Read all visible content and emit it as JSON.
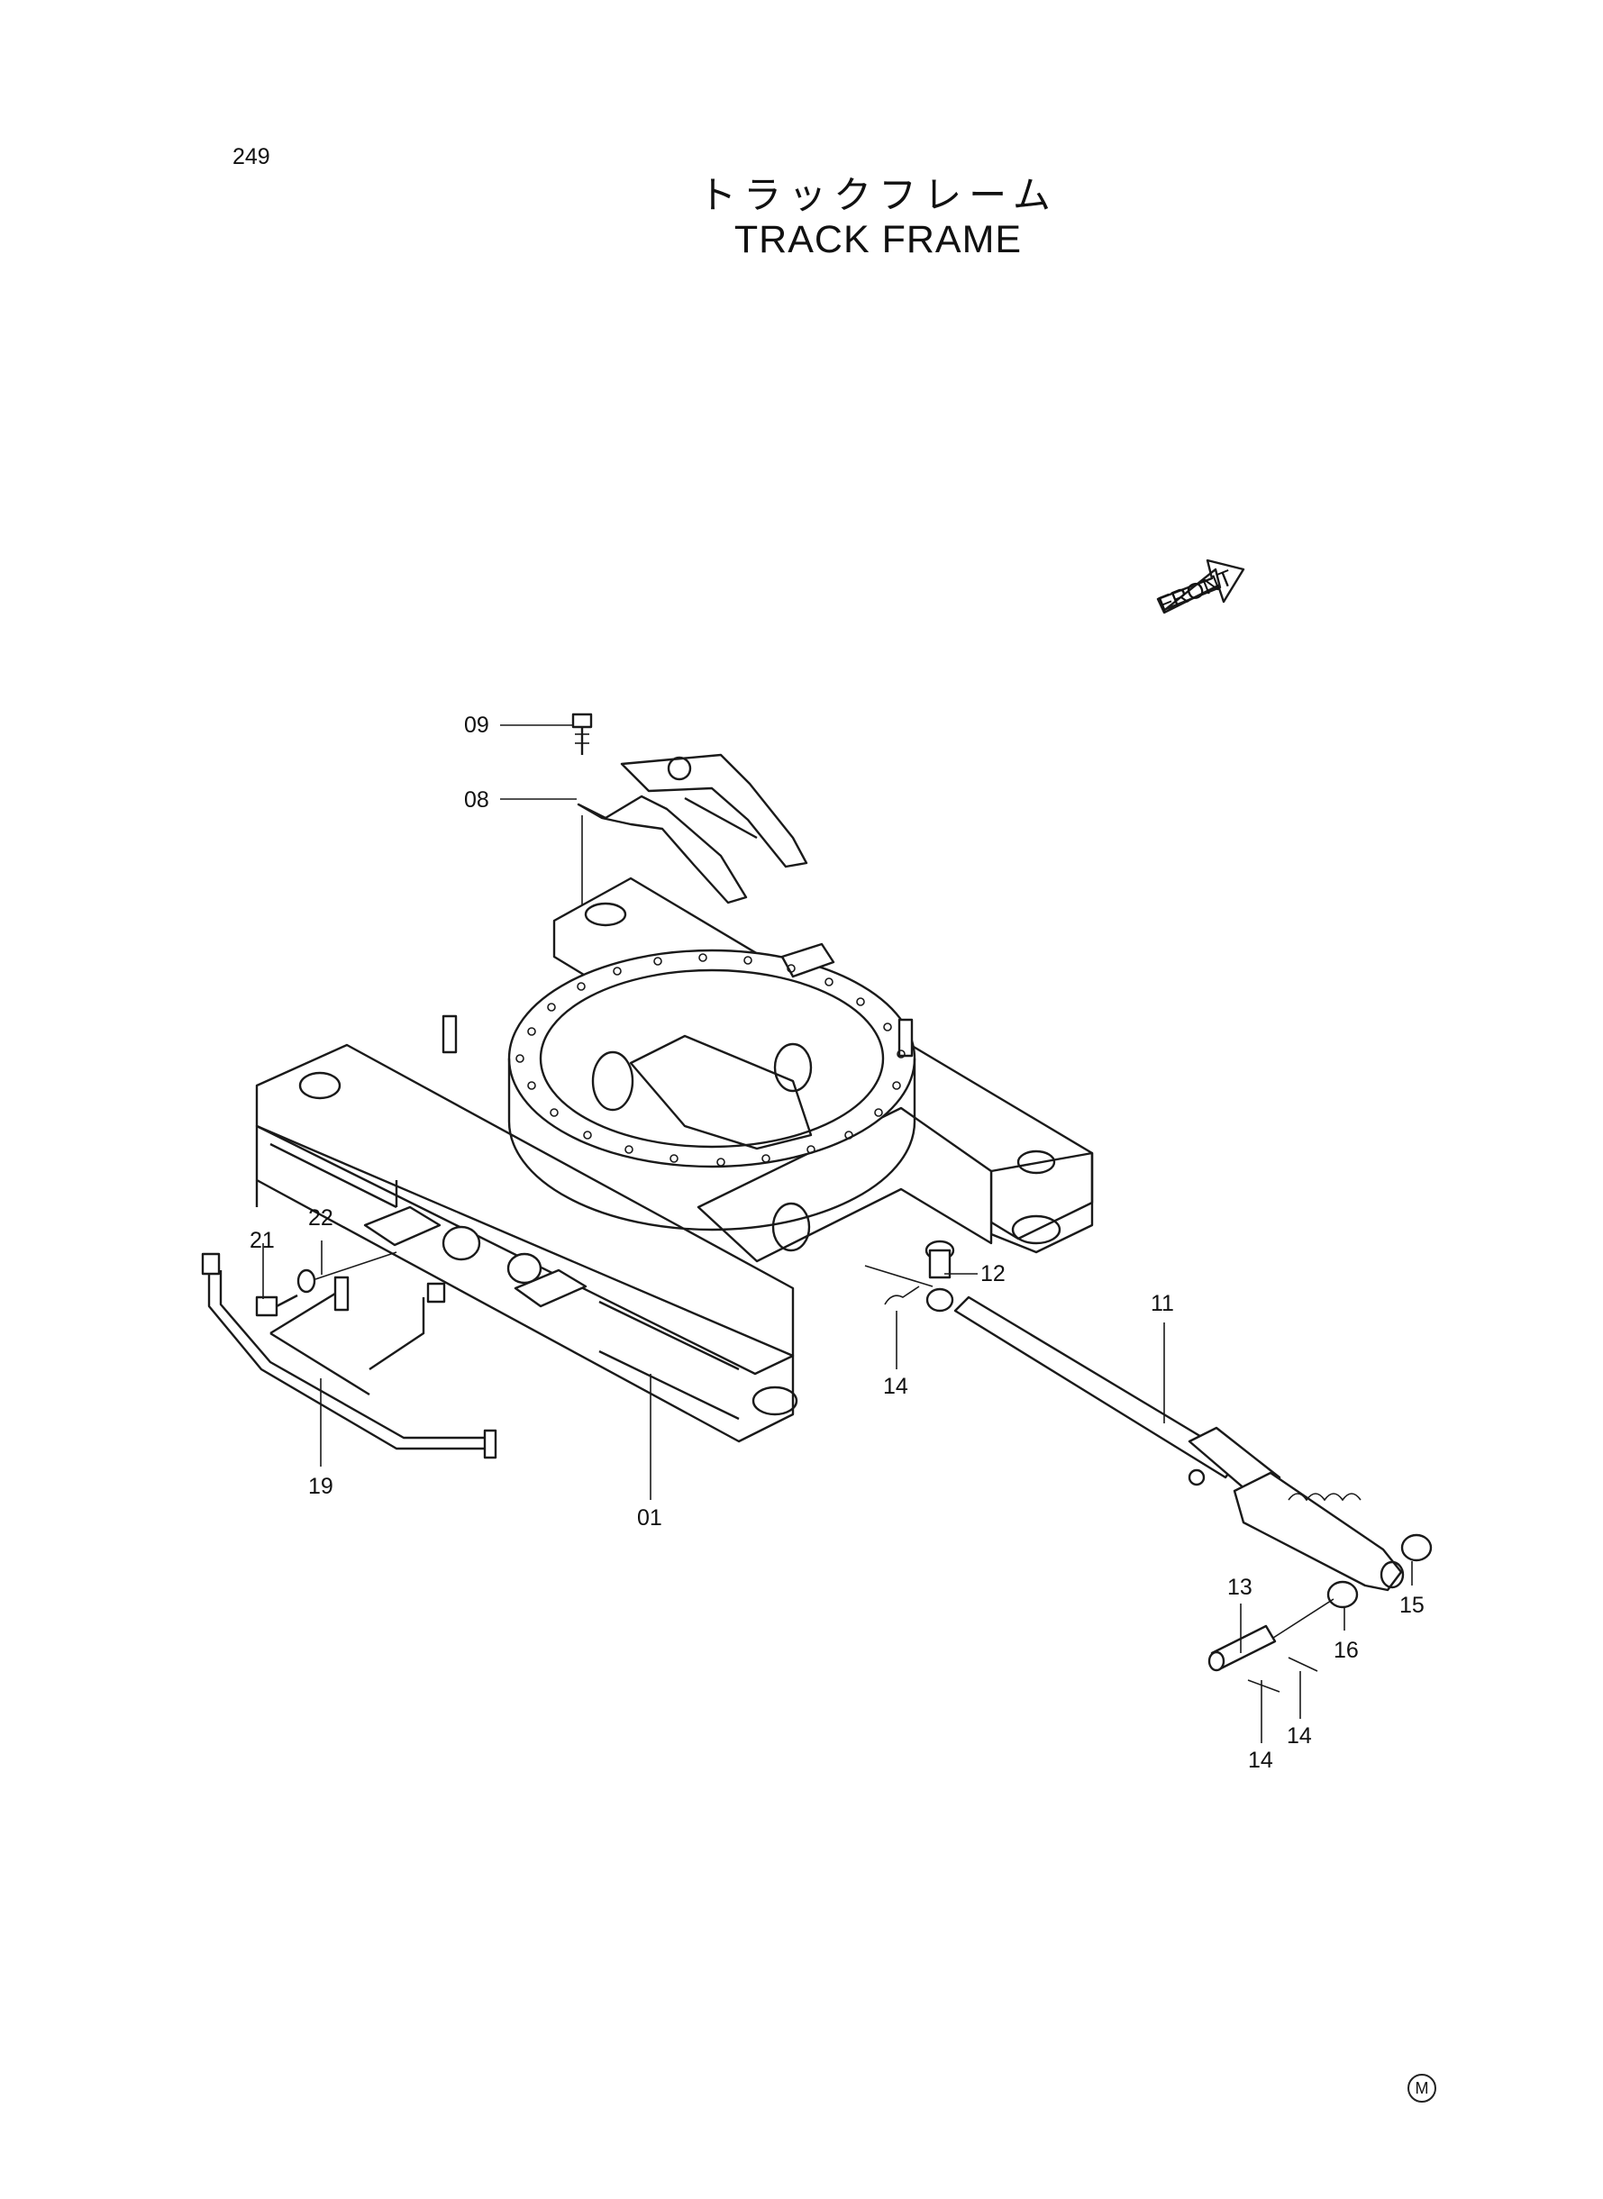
{
  "page_number": "249",
  "title_jp": "トラックフレーム",
  "title_en": "TRACK FRAME",
  "front_label": "FRONT",
  "manufacturer_mark": "M",
  "part_labels": {
    "p01": "01",
    "p08": "08",
    "p09": "09",
    "p11": "11",
    "p12": "12",
    "p13": "13",
    "p14a": "14",
    "p14b": "14",
    "p14c": "14",
    "p15": "15",
    "p16": "16",
    "p19": "19",
    "p21": "21",
    "p22": "22"
  }
}
